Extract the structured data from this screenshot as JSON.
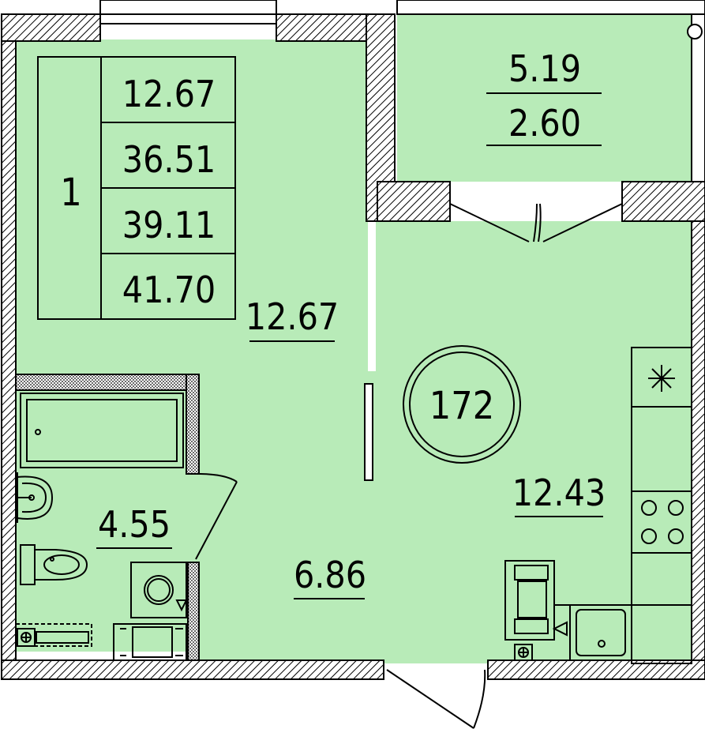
{
  "colors": {
    "floor": "#b8ebb8",
    "wall_fill": "#ffffff",
    "wall_hatch": "#000000",
    "line": "#000000",
    "background": "#ffffff"
  },
  "apartment": {
    "number": "172",
    "rooms_count": "1",
    "summary": [
      "12.67",
      "36.51",
      "39.11",
      "41.70"
    ]
  },
  "rooms": {
    "balcony_area": "5.19",
    "balcony_reduced_area": "2.60",
    "living_room_area": "12.67",
    "kitchen_area": "12.43",
    "bathroom_area": "4.55",
    "hallway_area": "6.86"
  },
  "icons": {
    "hob": "hob-icon",
    "sink": "sink-icon",
    "toilet": "toilet-icon",
    "bathtub": "bathtub-icon",
    "washbasin": "washbasin-icon",
    "washing_machine": "washing-machine-icon",
    "boiler": "boiler-icon",
    "riser": "riser-icon",
    "exhaust_fan": "exhaust-fan-icon"
  }
}
